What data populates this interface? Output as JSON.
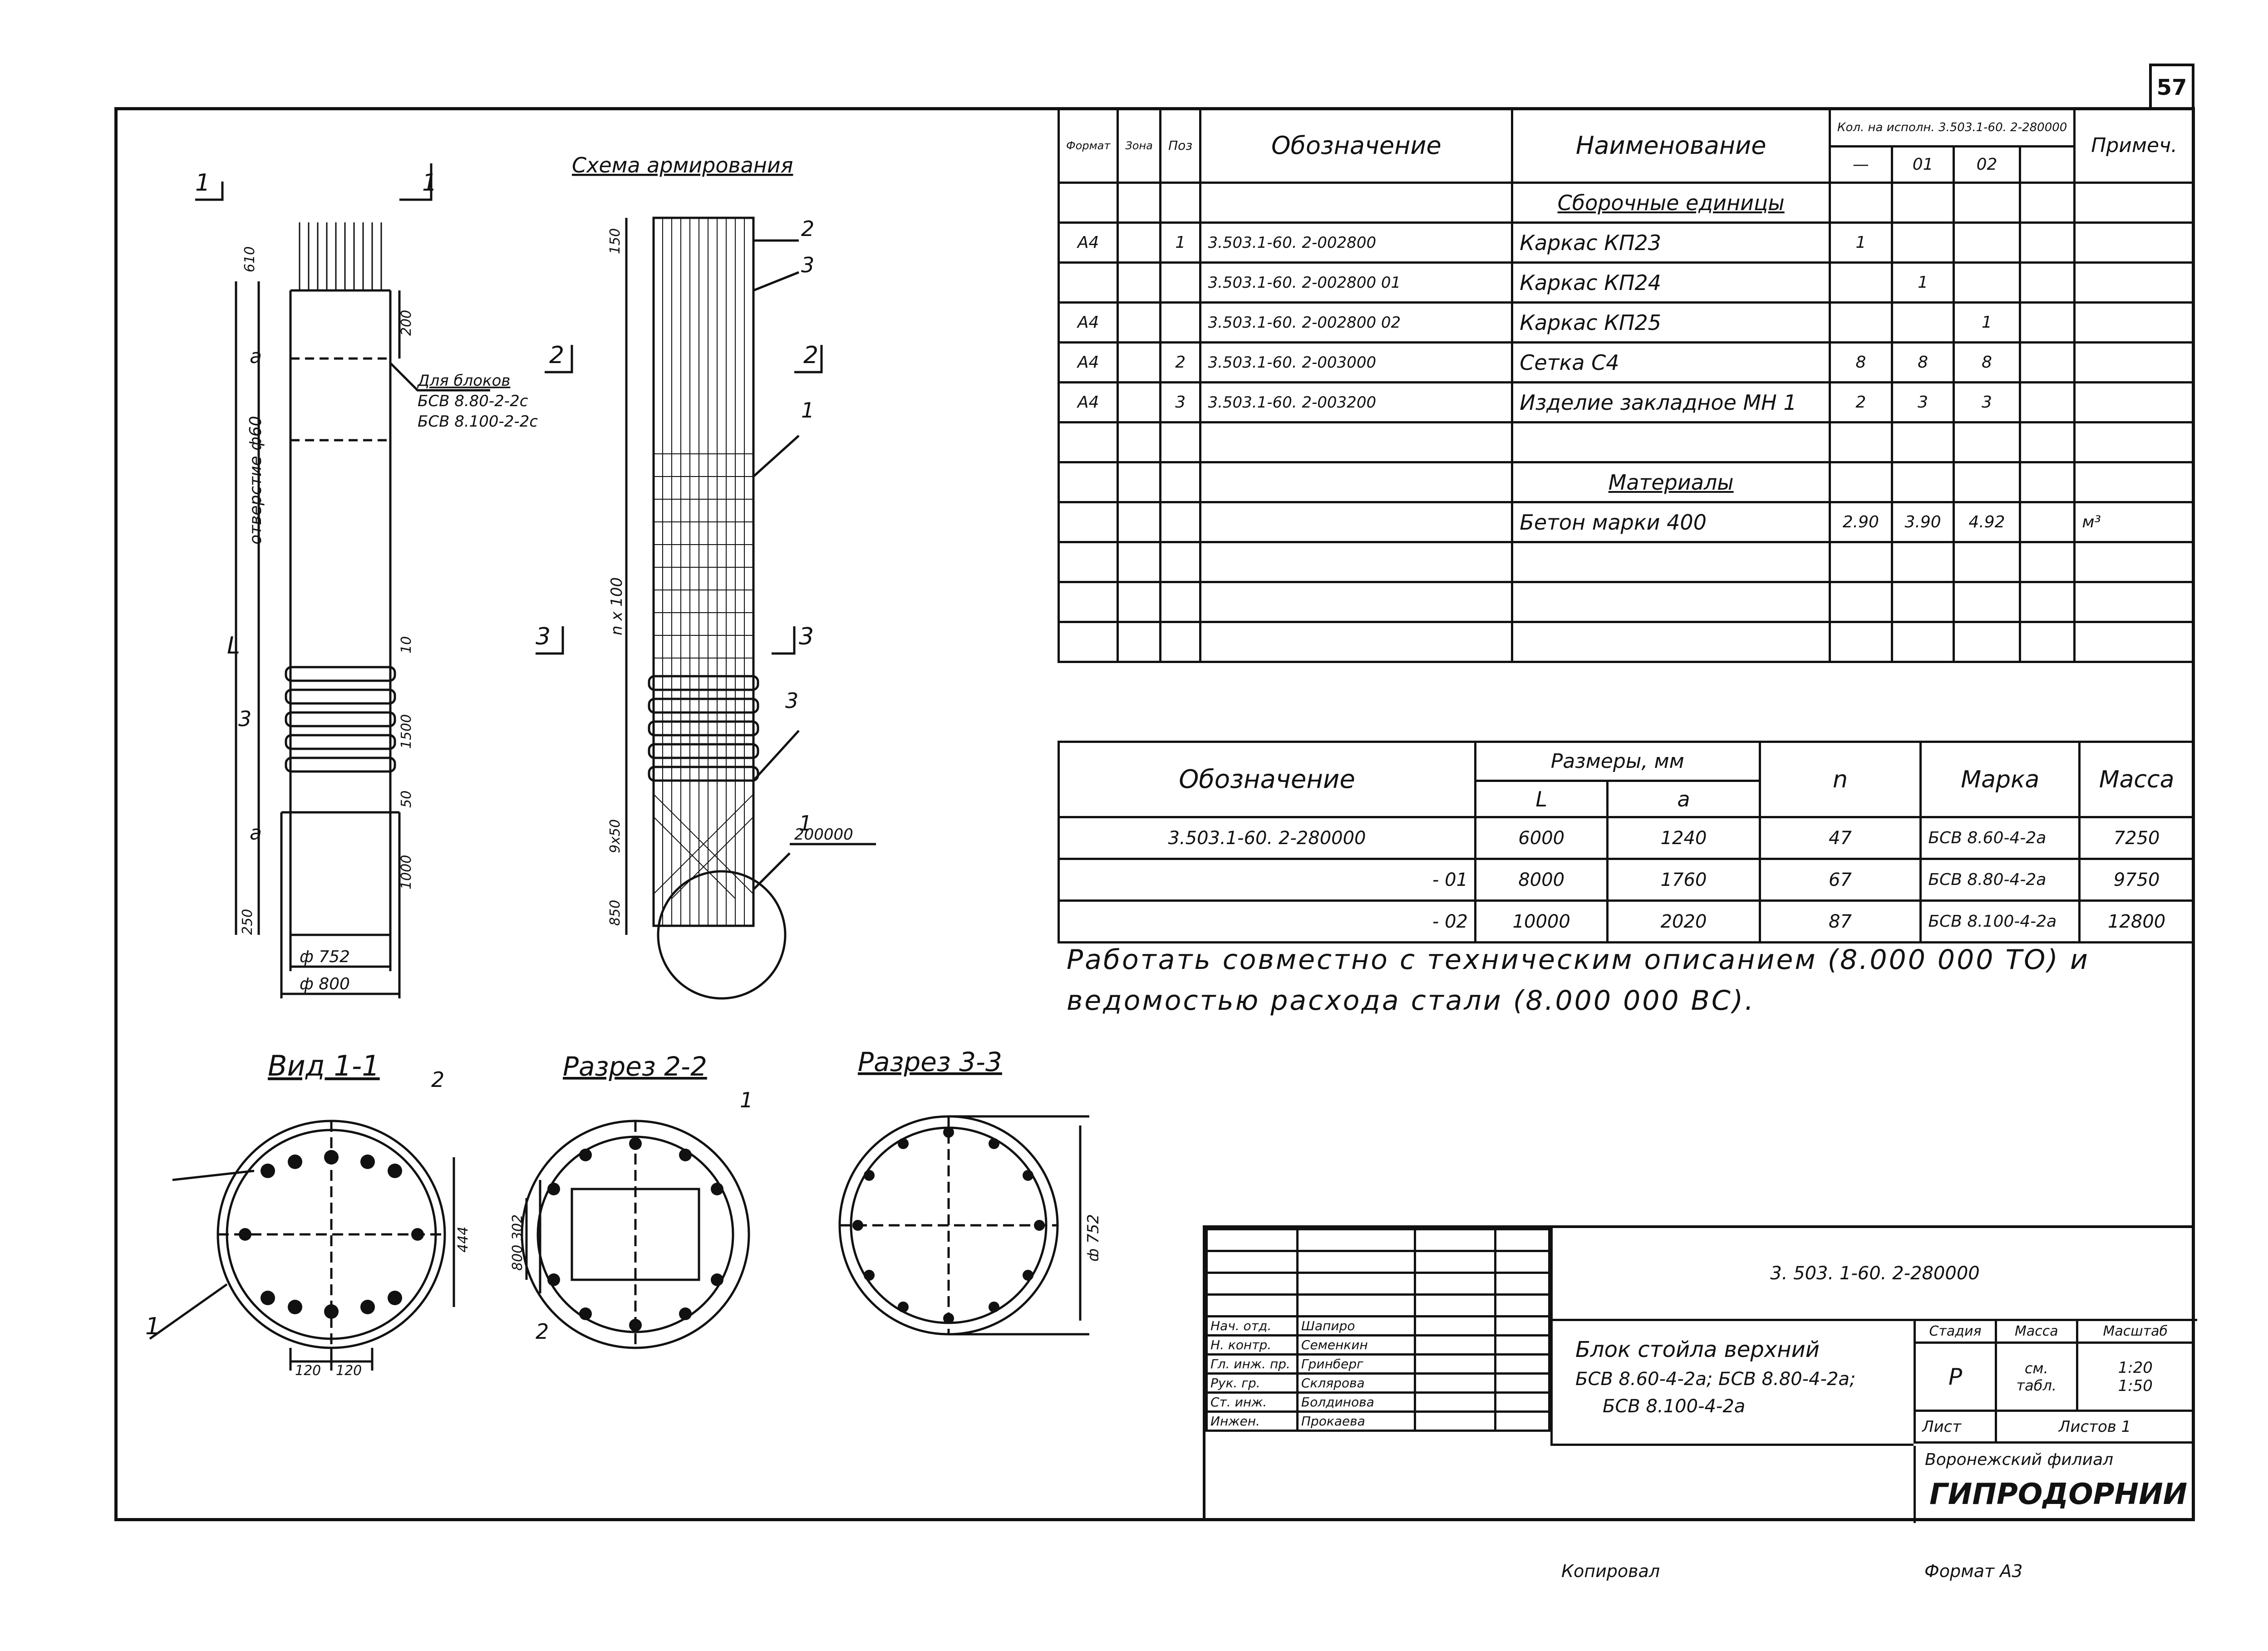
{
  "page_number": "57",
  "drawing_titles": {
    "scheme": "Схема армирования",
    "view11": "Вид 1-1",
    "sec22": "Разрез 2-2",
    "sec33": "Разрез 3-3"
  },
  "drawing_labels": {
    "note_for_blocks_1": "Для блоков",
    "note_for_blocks_2": "БСВ 8.80-2-2с",
    "note_for_blocks_3": "БСВ 8.100-2-2с",
    "hole": "отверстие ф60",
    "L": "L",
    "a": "a",
    "d752": "ф 752",
    "d800": "ф 800",
    "n100": "n x 100",
    "ref200000": "200000",
    "ref1": "1",
    "ref2": "2",
    "ref3": "3",
    "s1": "1",
    "s2": "2",
    "s3": "3",
    "dim610": "610",
    "dim200": "200",
    "dim10": "10",
    "dim1500": "1500",
    "dim50": "50",
    "dim1000": "1000",
    "dim250": "250",
    "dim9x50": "9x50",
    "dim150": "150",
    "dim850": "850",
    "dim444": "444",
    "dim120a": "120",
    "dim120b": "120",
    "dim800_302": "800 302",
    "d752b": "ф 752"
  },
  "spec_table": {
    "headers": {
      "format": "Формат",
      "zone": "Зона",
      "pos": "Поз",
      "designation": "Обозначение",
      "name": "Наименование",
      "qty_group": "Кол. на исполн. 3.503.1-60. 2-280000",
      "q0": "—",
      "q1": "01",
      "q2": "02",
      "note": "Примеч."
    },
    "rows": [
      {
        "fmt": "",
        "pos": "",
        "des": "",
        "name": "Сборочные единицы",
        "q0": "",
        "q1": "",
        "q2": "",
        "note": ""
      },
      {
        "fmt": "А4",
        "pos": "1",
        "des": "3.503.1-60. 2-002800",
        "name": "Каркас КП23",
        "q0": "1",
        "q1": "",
        "q2": "",
        "note": ""
      },
      {
        "fmt": "",
        "pos": "",
        "des": "3.503.1-60. 2-002800 01",
        "name": "Каркас КП24",
        "q0": "",
        "q1": "1",
        "q2": "",
        "note": ""
      },
      {
        "fmt": "А4",
        "pos": "",
        "des": "3.503.1-60. 2-002800 02",
        "name": "Каркас КП25",
        "q0": "",
        "q1": "",
        "q2": "1",
        "note": ""
      },
      {
        "fmt": "А4",
        "pos": "2",
        "des": "3.503.1-60. 2-003000",
        "name": "Сетка С4",
        "q0": "8",
        "q1": "8",
        "q2": "8",
        "note": ""
      },
      {
        "fmt": "А4",
        "pos": "3",
        "des": "3.503.1-60. 2-003200",
        "name": "Изделие закладное МН 1",
        "q0": "2",
        "q1": "3",
        "q2": "3",
        "note": ""
      },
      {
        "fmt": "",
        "pos": "",
        "des": "",
        "name": "",
        "q0": "",
        "q1": "",
        "q2": "",
        "note": ""
      },
      {
        "fmt": "",
        "pos": "",
        "des": "",
        "name": "Материалы",
        "q0": "",
        "q1": "",
        "q2": "",
        "note": ""
      },
      {
        "fmt": "",
        "pos": "",
        "des": "",
        "name": "Бетон марки 400",
        "q0": "2.90",
        "q1": "3.90",
        "q2": "4.92",
        "note": "м³"
      },
      {
        "fmt": "",
        "pos": "",
        "des": "",
        "name": "",
        "q0": "",
        "q1": "",
        "q2": "",
        "note": ""
      },
      {
        "fmt": "",
        "pos": "",
        "des": "",
        "name": "",
        "q0": "",
        "q1": "",
        "q2": "",
        "note": ""
      },
      {
        "fmt": "",
        "pos": "",
        "des": "",
        "name": "",
        "q0": "",
        "q1": "",
        "q2": "",
        "note": ""
      }
    ]
  },
  "dims_table": {
    "headers": {
      "designation": "Обозначение",
      "sizes": "Размеры, мм",
      "L": "L",
      "a": "a",
      "n": "n",
      "mark": "Марка",
      "mass": "Масса"
    },
    "rows": [
      {
        "des": "3.503.1-60. 2-280000",
        "L": "6000",
        "a": "1240",
        "n": "47",
        "mark": "БСВ 8.60-4-2а",
        "mass": "7250"
      },
      {
        "des": "- 01",
        "L": "8000",
        "a": "1760",
        "n": "67",
        "mark": "БСВ 8.80-4-2а",
        "mass": "9750"
      },
      {
        "des": "- 02",
        "L": "10000",
        "a": "2020",
        "n": "87",
        "mark": "БСВ 8.100-4-2а",
        "mass": "12800"
      }
    ]
  },
  "note": {
    "line1": "Работать совместно с техническим описанием (8.000 000 ТО) и",
    "line2": "ведомостью расхода стали (8.000 000 ВС)."
  },
  "title_block": {
    "code": "3. 503. 1-60. 2-280000",
    "title_l1": "Блок стойла верхний",
    "title_l2": "БСВ 8.60-4-2а; БСВ 8.80-4-2а;",
    "title_l3": "БСВ 8.100-4-2а",
    "stage_h": "Стадия",
    "mass_h": "Масса",
    "scale_h": "Масштаб",
    "stage": "Р",
    "mass": "см. табл.",
    "scale1": "1:20",
    "scale2": "1:50",
    "sheet": "Лист",
    "sheets": "Листов 1",
    "org1": "Воронежский филиал",
    "org2": "ГИПРОДОРНИИ",
    "signers": [
      {
        "role": "Нач. отд.",
        "name": "Шапиро"
      },
      {
        "role": "Н. контр.",
        "name": "Семенкин"
      },
      {
        "role": "Гл. инж. пр.",
        "name": "Гринберг"
      },
      {
        "role": "Рук. гр.",
        "name": "Склярова"
      },
      {
        "role": "Ст. инж.",
        "name": "Болдинова"
      },
      {
        "role": "Инжен.",
        "name": "Прокаева"
      }
    ]
  },
  "footer": {
    "copied": "Копировал",
    "format": "Формат А3"
  }
}
